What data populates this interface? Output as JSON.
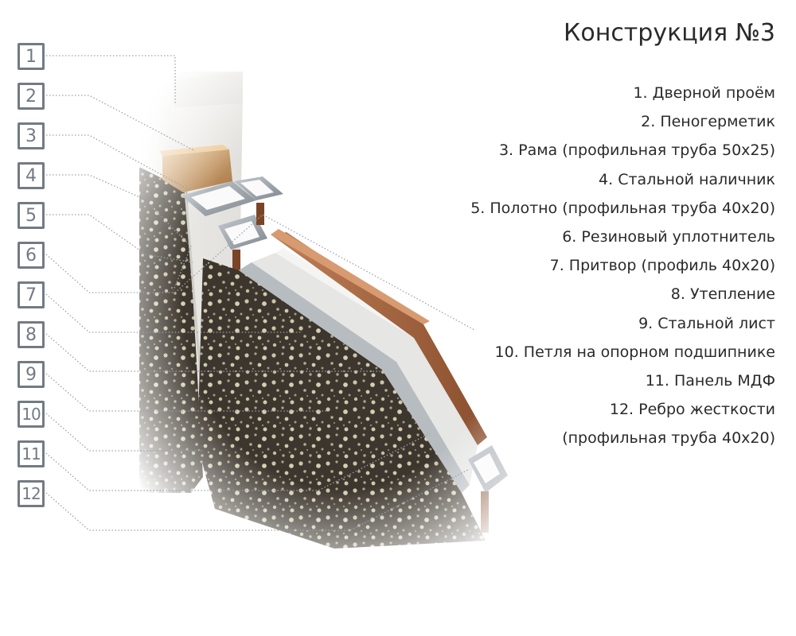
{
  "title": "Конструкция №3",
  "markers": [
    "1",
    "2",
    "3",
    "4",
    "5",
    "6",
    "7",
    "8",
    "9",
    "10",
    "11",
    "12"
  ],
  "legend": [
    "1. Дверной проём",
    "2. Пеногерметик",
    "3. Рама (профильная труба 50х25)",
    "4. Стальной наличник",
    "5. Полотно (профильная труба 40х20)",
    "6. Резиновый уплотнитель",
    "7. Притвор (профиль 40х20)",
    "8. Утепление",
    "9. Стальной лист",
    "10. Петля на опорном подшипнике",
    "11. Панель МДФ",
    "12. Ребро жесткости",
    "(профильная труба 40х20)"
  ],
  "colors": {
    "marker_border": "#717b84",
    "leader_line": "#9aa3ab",
    "text": "#2a2a2a",
    "wall": "#e9e7e3",
    "wood": "#c9a06a",
    "steel": "#9ba3aa",
    "mdf_brown": "#a9673e",
    "insulation": "#e4e4e2",
    "stone_dark": "#3e372f"
  }
}
